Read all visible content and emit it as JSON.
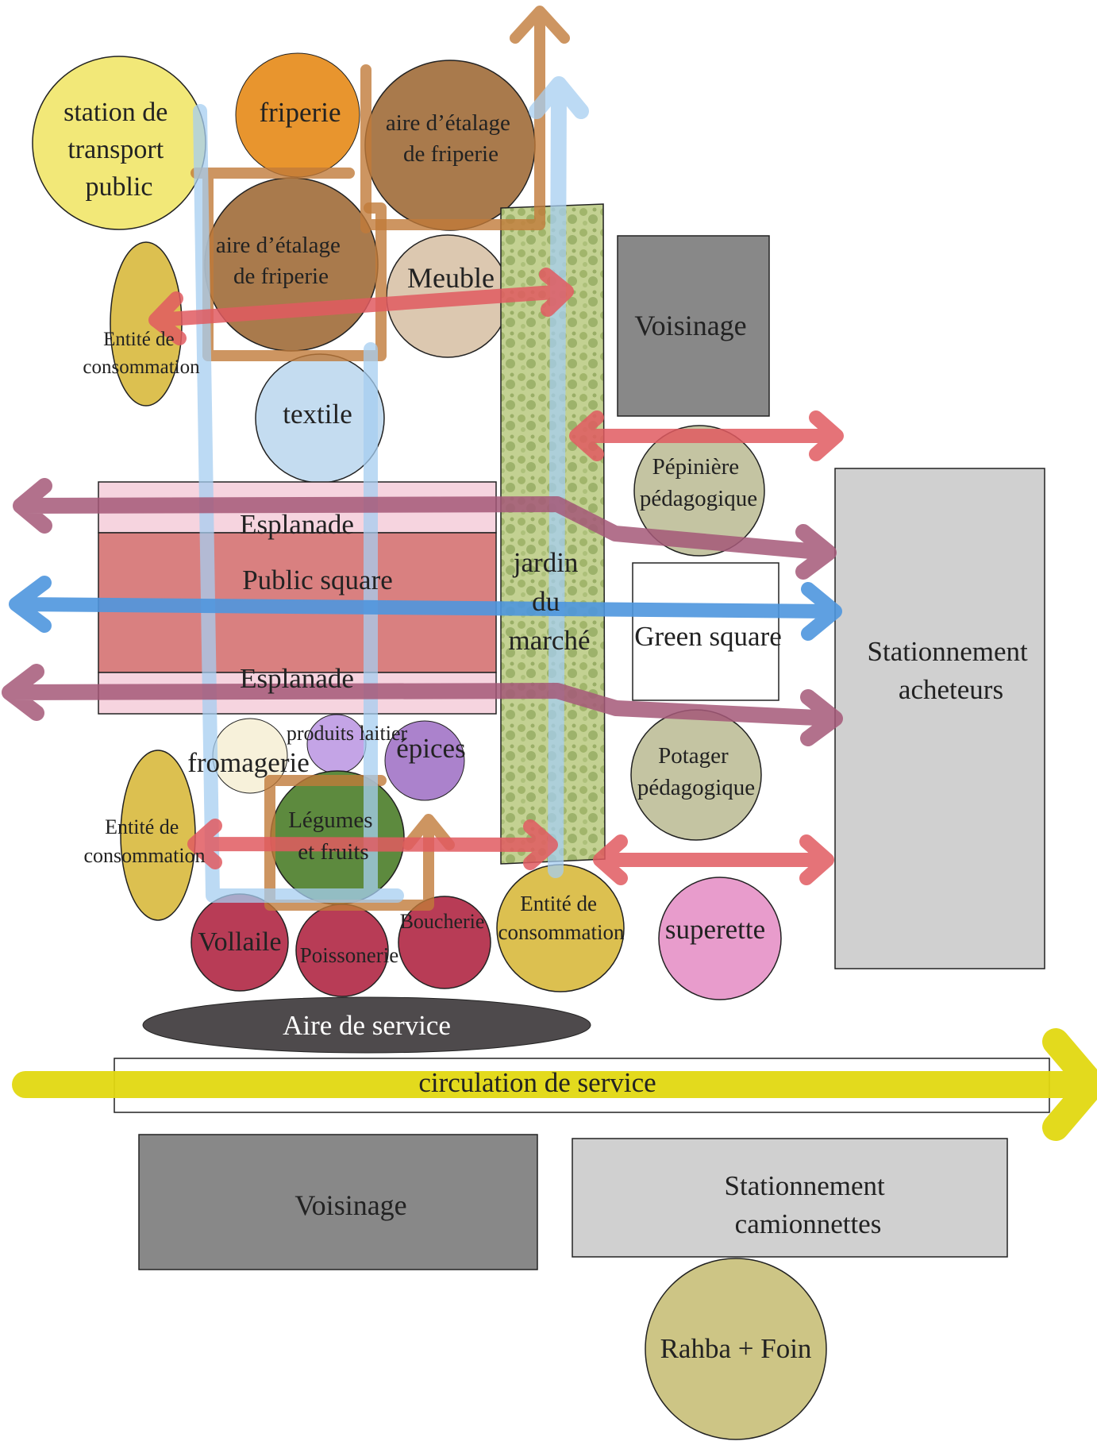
{
  "zones": {
    "station_transport": [
      "station de",
      "transport",
      "public"
    ],
    "friperie": "friperie",
    "aire_etalage_top": [
      "aire d’étalage",
      "de friperie"
    ],
    "aire_etalage_mid": [
      "aire d’étalage",
      "de friperie"
    ],
    "meuble": "Meuble",
    "entite_top": [
      "Entité de",
      "consommation"
    ],
    "textile": "textile",
    "voisinage_top": "Voisinage",
    "pepiniere": [
      "Pépinière",
      "pédagogique"
    ],
    "esplanade_top": "Esplanade",
    "public_square": "Public square",
    "esplanade_bottom": "Esplanade",
    "jardin": [
      "jardin",
      "du",
      "marché"
    ],
    "green_square": "Green square",
    "stationnement_acheteurs": [
      "Stationnement",
      "acheteurs"
    ],
    "produits_laitier": "produits laitier",
    "fromagerie": "fromagerie",
    "epices": "épices",
    "potager": [
      "Potager",
      "pédagogique"
    ],
    "entite_mid": [
      "Entité de",
      "consommation"
    ],
    "legumes": [
      "Légumes",
      "et fruits"
    ],
    "vollaile": "Vollaile",
    "poissonerie": "Poissonerie",
    "boucherie": "Boucherie",
    "entite_bottom": [
      "Entité de",
      "consommation"
    ],
    "superette": "superette",
    "aire_service": "Aire de service",
    "circulation": "circulation de service",
    "voisinage_bottom": "Voisinage",
    "stationnement_camionnettes": [
      "Stationnement",
      "camionnettes"
    ],
    "rahba": "Rahba + Foin"
  },
  "colors": {
    "yellow_zone": "#f2e878",
    "orange": "#e8952e",
    "brown": "#a97a4c",
    "tan": "#dcc8b0",
    "mustard": "#dcc050",
    "light_blue": "#c4dcf0",
    "dark_gray": "#888888",
    "light_gray": "#d0d0d0",
    "sage": "#c4c4a2",
    "pink_band": "#f6d4df",
    "rose": "#d98080",
    "cream": "#f7f1da",
    "lavender": "#c4a4e6",
    "purple": "#ab82cc",
    "green": "#5d8a3e",
    "crimson": "#b83c56",
    "pink": "#e89ccc",
    "charcoal": "#4e4a4c",
    "olive": "#cdc585",
    "garden": "#b8c98a",
    "arrow_red": "#e05a60",
    "arrow_plum": "#a55878",
    "arrow_blue": "#4e96de",
    "arrow_light_blue": "#a6cdf0",
    "arrow_orange": "#c07a3a",
    "arrow_yellow": "#e2d811"
  }
}
